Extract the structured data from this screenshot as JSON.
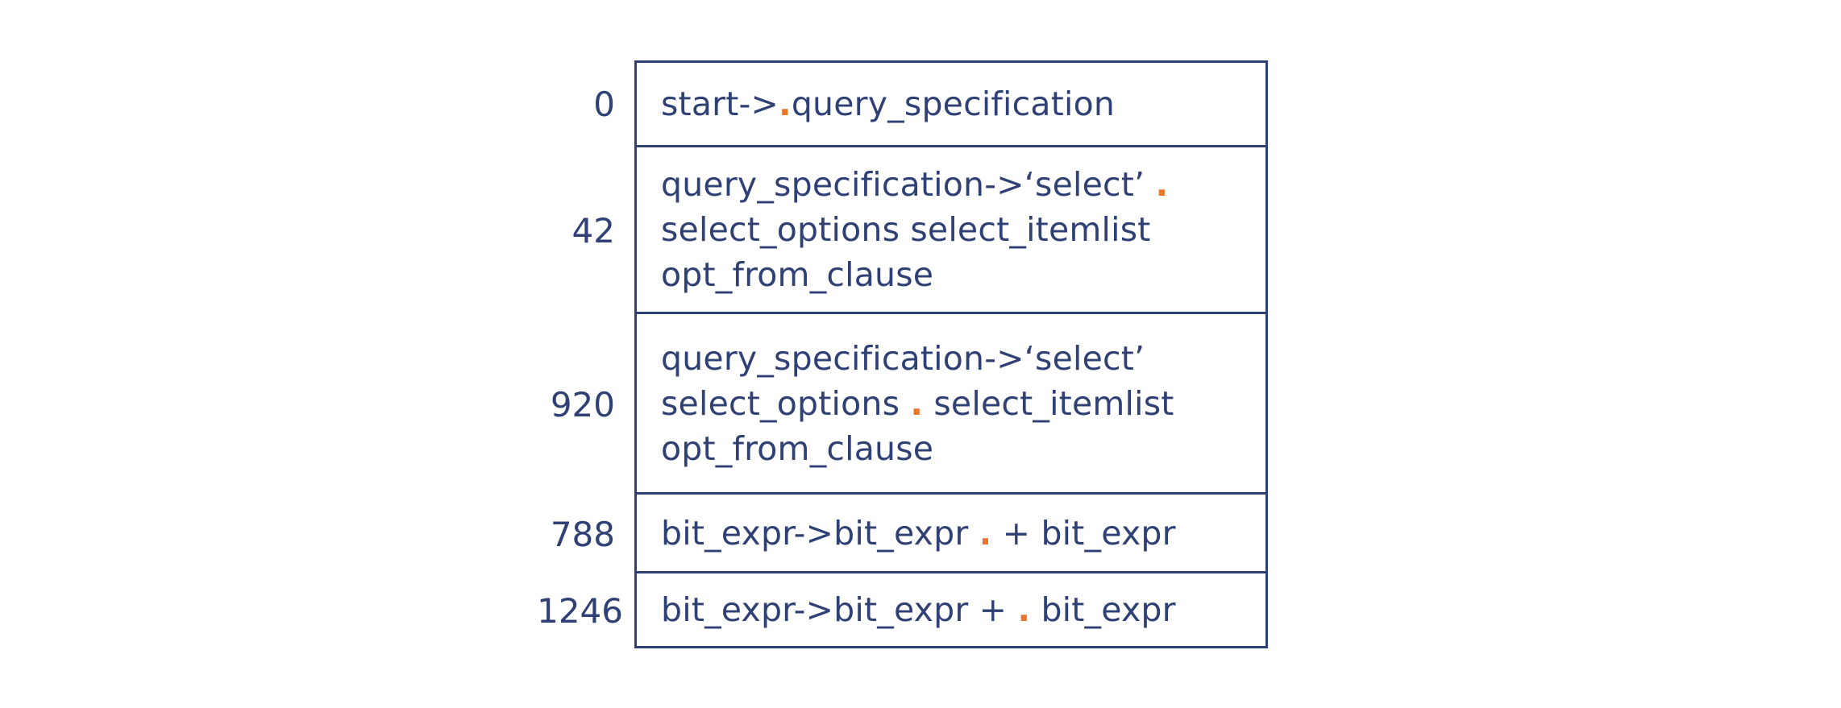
{
  "diagram": {
    "type": "lr-parser-item-table",
    "colors": {
      "text": "#2E4074",
      "border": "#2E4074",
      "dot": "#E8762C",
      "background": "#FFFFFF"
    },
    "dot_symbol": ".",
    "rows": [
      {
        "state": "0",
        "text": "start->.query_specification",
        "segments": [
          {
            "t": "start->",
            "dot": false
          },
          {
            "t": ".",
            "dot": true
          },
          {
            "t": "query_specification",
            "dot": false
          }
        ]
      },
      {
        "state": "42",
        "text": "query_specification->‘select’ .\nselect_options select_itemlist\nopt_from_clause",
        "segments": [
          {
            "t": "query_specification->‘select’ ",
            "dot": false
          },
          {
            "t": ".",
            "dot": true
          },
          {
            "t": "\nselect_options select_itemlist\nopt_from_clause",
            "dot": false
          }
        ]
      },
      {
        "state": "920",
        "text": "query_specification->‘select’\nselect_options . select_itemlist\nopt_from_clause",
        "segments": [
          {
            "t": "query_specification->‘select’\nselect_options ",
            "dot": false
          },
          {
            "t": ".",
            "dot": true
          },
          {
            "t": " select_itemlist\nopt_from_clause",
            "dot": false
          }
        ]
      },
      {
        "state": "788",
        "text": "bit_expr->bit_expr . + bit_expr",
        "segments": [
          {
            "t": "bit_expr->bit_expr ",
            "dot": false
          },
          {
            "t": ".",
            "dot": true
          },
          {
            "t": " + bit_expr",
            "dot": false
          }
        ]
      },
      {
        "state": "1246",
        "text": "bit_expr->bit_expr + . bit_expr",
        "segments": [
          {
            "t": "bit_expr->bit_expr + ",
            "dot": false
          },
          {
            "t": ".",
            "dot": true
          },
          {
            "t": " bit_expr",
            "dot": false
          }
        ]
      }
    ]
  }
}
